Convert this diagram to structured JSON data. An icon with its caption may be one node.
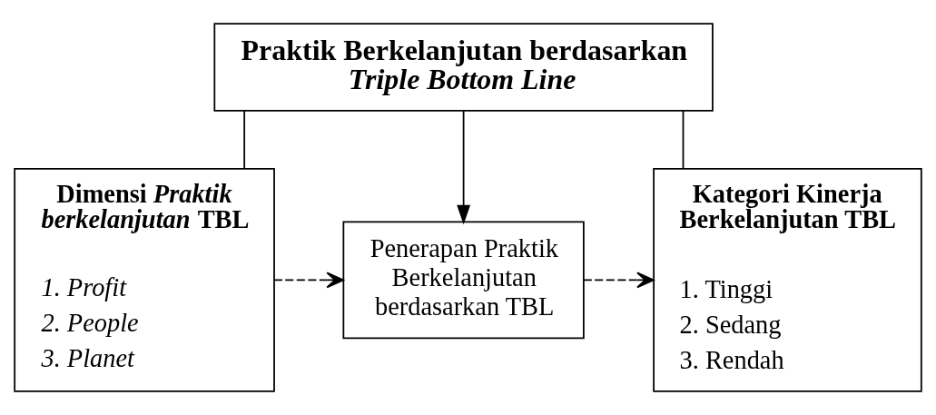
{
  "diagram": {
    "nodes": [
      {
        "text": [
          "Praktik Berkelanjutan berdasarkan *Triple Bottom Line*"
        ]
      },
      {
        "text": [
          "Dimensi *Praktik berkelanjutan* TBL",
          "1. Profit",
          "2. People",
          "3. Planet"
        ]
      },
      {
        "text": [
          "Penerapan Praktik Berkelanjutan berdasarkan TBL"
        ]
      },
      {
        "text": [
          "Kategori Kinerja Berkelanjutan TBL",
          "1. Tinggi",
          "2. Sedang",
          "3. Rendah"
        ]
      }
    ],
    "edges": [
      {
        "from": 0,
        "to": 1,
        "arrow": "none"
      },
      {
        "from": 0,
        "to": 2,
        "arrow": "to"
      },
      {
        "from": 0,
        "to": 3,
        "arrow": "none"
      },
      {
        "from": 1,
        "to": 2,
        "arrow": "to",
        "style": "dashed"
      },
      {
        "from": 2,
        "to": 3,
        "arrow": "to",
        "style": "dashed"
      }
    ]
  }
}
